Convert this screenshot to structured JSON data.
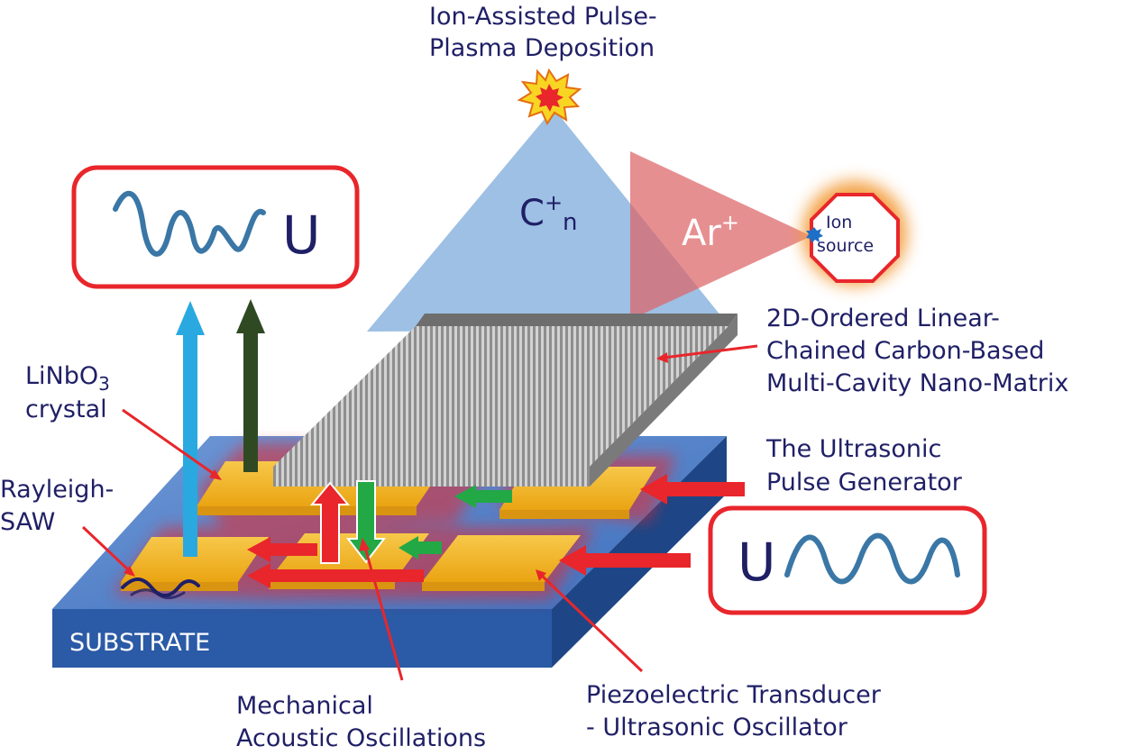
{
  "title": [
    "Ion-Assisted Pulse-",
    "Plasma Deposition"
  ],
  "plasma_species": {
    "base": "C",
    "sup": "+",
    "sub": "n"
  },
  "ion_species": {
    "base": "Ar",
    "sup": "+"
  },
  "ion_source": [
    "Ion",
    "source"
  ],
  "matrix_label": [
    "2D-Ordered Linear-",
    "Chained Carbon-Based",
    "Multi-Cavity Nano-Matrix"
  ],
  "crystal_label": {
    "pre": "LiNbO",
    "sub": "3",
    "line2": "crystal"
  },
  "rayleigh_label": [
    "Rayleigh-",
    "SAW"
  ],
  "generator_label": [
    "The Ultrasonic",
    "Pulse Generator"
  ],
  "substrate_label": "SUBSTRATE",
  "output_voltage": "U",
  "input_voltage": "U",
  "mechanical_label": [
    "Mechanical",
    "Acoustic Oscillations"
  ],
  "transducer_label": [
    "Piezoelectric Transducer",
    "- Ultrasonic Oscillator"
  ],
  "colors": {
    "label_text": "#1f1f66",
    "panel_border": "#e8262b",
    "plasma_cone": "#9dc0e4",
    "ion_beam": "#dc6466",
    "substrate_top": "#4f80c8",
    "substrate_front": "#2b5aa6",
    "transducer_pad": "#f2b417",
    "arrow_red": "#e8262b",
    "arrow_green": "#22a845",
    "arrow_blue": "#29a9e0",
    "arrow_darkgreen": "#2f4a23",
    "wave": "#3a77a6"
  }
}
